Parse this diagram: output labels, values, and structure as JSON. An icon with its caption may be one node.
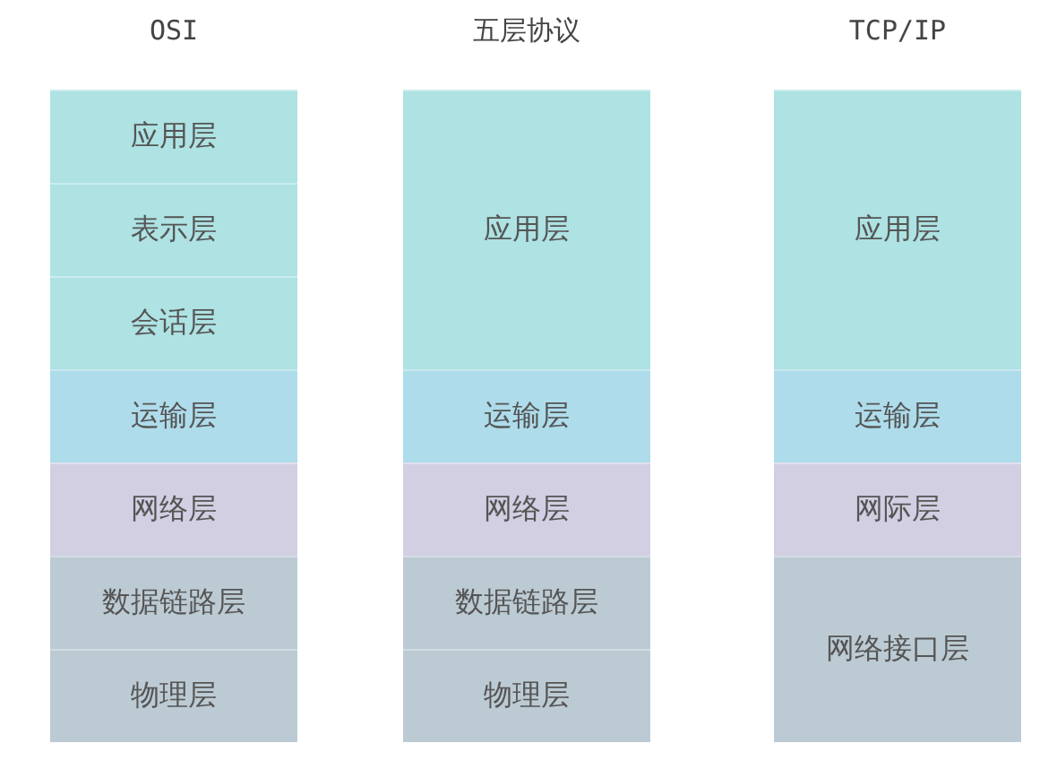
{
  "diagram": {
    "labels": [
      "OSI",
      "五层协议",
      "TCP/IP"
    ],
    "nodes": [
      {
        "text": [
          "应用层"
        ]
      },
      {
        "text": [
          "表示层"
        ]
      },
      {
        "text": [
          "会话层"
        ]
      },
      {
        "text": [
          "运输层"
        ]
      },
      {
        "text": [
          "网络层"
        ]
      },
      {
        "text": [
          "数据链路层"
        ]
      },
      {
        "text": [
          "物理层"
        ]
      },
      {
        "text": [
          "应用层"
        ]
      },
      {
        "text": [
          "运输层"
        ]
      },
      {
        "text": [
          "网络层"
        ]
      },
      {
        "text": [
          "数据链路层"
        ]
      },
      {
        "text": [
          "物理层"
        ]
      },
      {
        "text": [
          "应用层"
        ]
      },
      {
        "text": [
          "运输层"
        ]
      },
      {
        "text": [
          "网际层"
        ]
      },
      {
        "text": [
          "网络接口层"
        ]
      }
    ]
  }
}
